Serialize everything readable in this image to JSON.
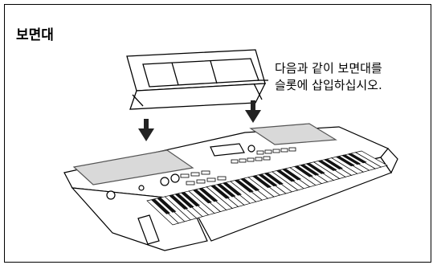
{
  "section": {
    "title": "보면대",
    "caption_lines": [
      "다음과 같이 보면대를",
      "슬롯에 삽입하십시오."
    ]
  },
  "colors": {
    "line": "#000000",
    "speaker_fill": "#d9d9d9",
    "arrow_fill": "#222222"
  },
  "illustration": {
    "subject": "keyboard-with-music-rest",
    "arrows": 2,
    "white_keys": 36
  }
}
